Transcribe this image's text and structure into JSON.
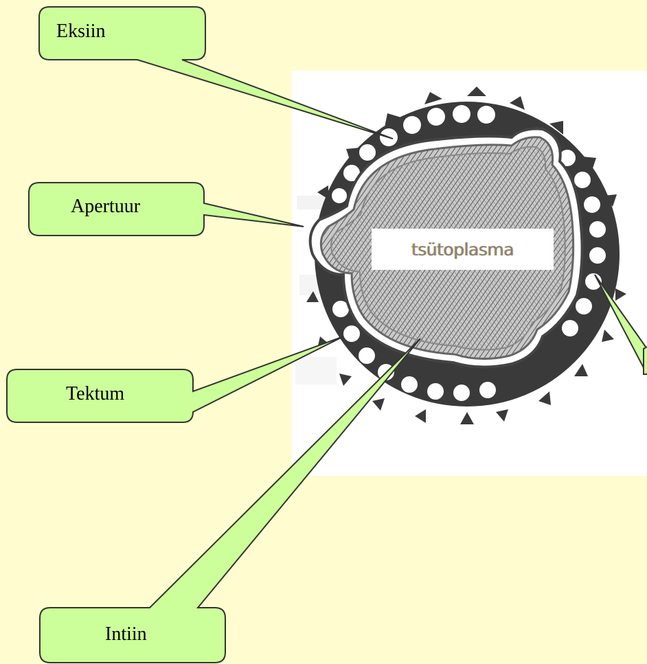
{
  "labels": {
    "eksiin": "Eksiin",
    "apertuur": "Apertuur",
    "tektum": "Tektum",
    "intiin": "Intiin",
    "tsuutoplasma": "tsütoplasma"
  },
  "colors": {
    "background": "#fffdd0",
    "callout_fill": "#ccff99",
    "callout_stroke": "#333333",
    "image_panel": "#ffffff",
    "wall_dark": "#3a3a3a"
  }
}
